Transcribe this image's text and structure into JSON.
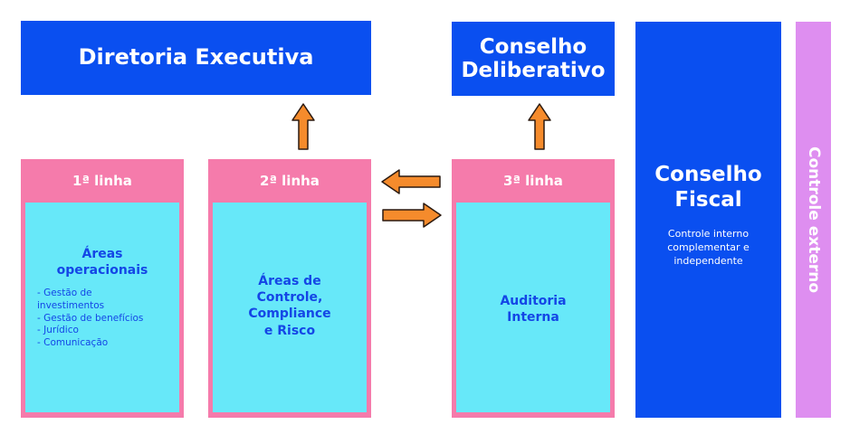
{
  "colors": {
    "blue": "#0a4ff0",
    "pink": "#f57bab",
    "cyan": "#67e8f9",
    "violet": "#de8ef0",
    "arrow_fill": "#f58b2c",
    "arrow_stroke": "#2b1a10"
  },
  "diretoria": {
    "title": "Diretoria Executiva"
  },
  "conselho_deliberativo": {
    "title": "Conselho\nDeliberativo"
  },
  "conselho_fiscal": {
    "title": "Conselho\nFiscal",
    "description": "Controle interno\ncomplementar e\nindependente"
  },
  "controle_externo": {
    "label": "Controle externo"
  },
  "linha1": {
    "label": "1ª linha",
    "area_title": "Áreas\noperacionais",
    "items": [
      "- Gestão de\ninvestimentos",
      "- Gestão de benefícios",
      "- Jurídico",
      "- Comunicação"
    ]
  },
  "linha2": {
    "label": "2ª linha",
    "area_title": "Áreas de\nControle,\nCompliance\ne Risco"
  },
  "linha3": {
    "label": "3ª linha",
    "area_title": "Auditoria\nInterna"
  },
  "arrows": [
    {
      "name": "arrow-up-to-diretoria",
      "direction": "up"
    },
    {
      "name": "arrow-up-to-conselho-deliberativo",
      "direction": "up"
    },
    {
      "name": "arrow-left-to-linha2",
      "direction": "left"
    },
    {
      "name": "arrow-right-to-linha3",
      "direction": "right"
    }
  ]
}
